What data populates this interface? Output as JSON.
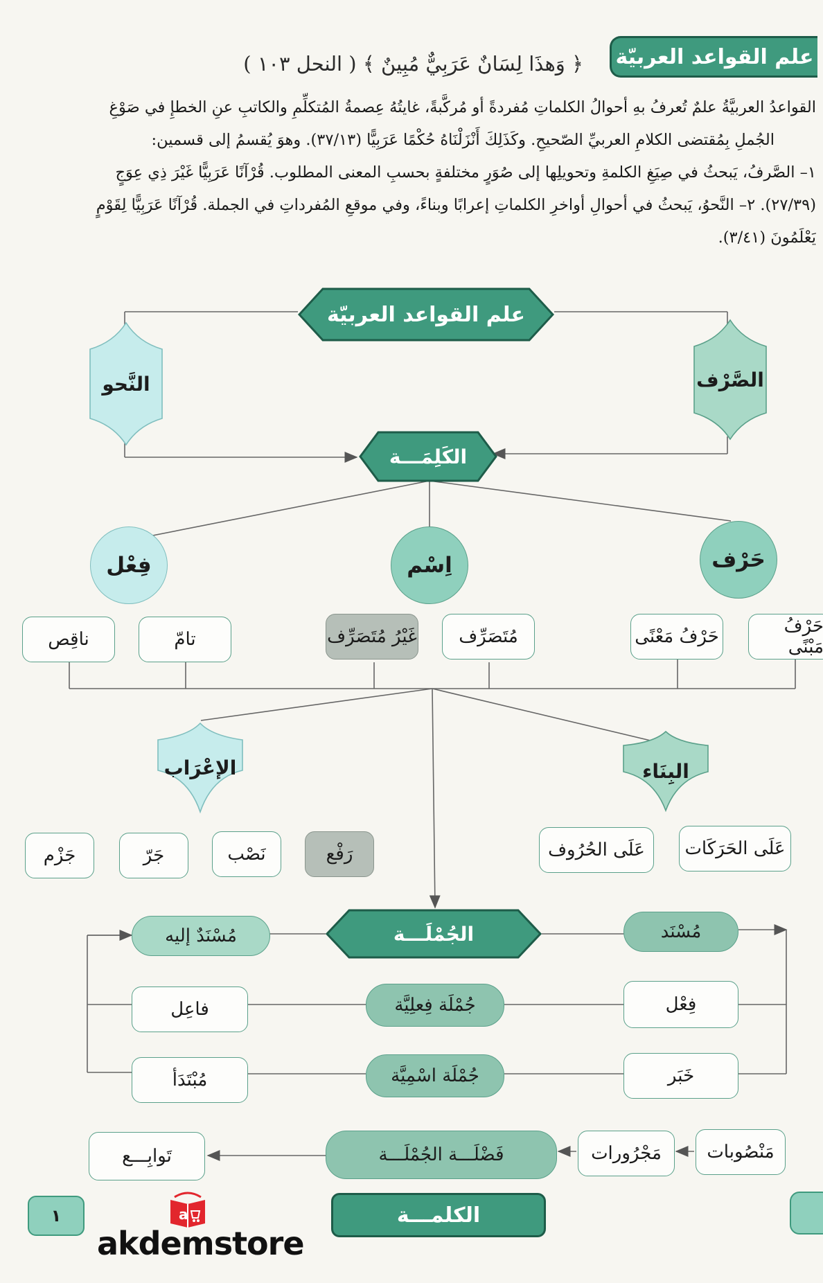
{
  "header": {
    "title": "علم القواعد العربيّة",
    "verse": "﴿ وَهذَا لِسَانٌ عَرَبِيٌّ مُبِينٌ ﴾ ( النحل ١٠٣ )"
  },
  "intro": {
    "line1": "القواعدُ العربيَّةُ علمٌ تُعرفُ بهِ أحوالُ الكلماتِ مُفردةً أو مُركَّبةً، غايتُهُ عِصمةُ المُتكلِّمِ والكاتبِ عنِ الخطإِ في صَوْغِ",
    "line2": "الجُملِ بِمُقتضى الكلامِ العربيِّ الصّحيحِ. وكَذَلِكَ أَنْزَلْنَاهُ حُكْمًا عَرَبِيًّا (٣٧/١٣). وهوَ يُقسمُ إلى قسمين:",
    "line3": "١– الصَّرفُ، يَبحثُ في صِيَغِ الكلمةِ وتحويلِها إلى صُوَرٍ مختلفةٍ بحسبِ المعنى المطلوب. قُرْآنًا عَرَبِيًّا غَيْرَ ذِي عِوَجٍ",
    "line4": "(٢٧/٣٩). ٢– النَّحوُ، يَبحثُ في أحوالِ أواخرِ الكلماتِ إعرابًا وبناءً، وفي موقعِ المُفرداتِ في الجملة. قُرْآنًا عَرَبِيًّا لِقَوْمٍ",
    "line5": "يَعْلَمُونَ (٣/٤١)."
  },
  "diagram": {
    "root": "علم القواعد العربيّة",
    "sarf": "الصَّرْف",
    "nahw": "النَّحو",
    "kalima": "الكَلِمَـــة",
    "harf": "حَرْف",
    "ism": "اِسْم",
    "fiil": "فِعْل",
    "harf_mabna": "حَرْفُ مَبْنًى",
    "harf_maana": "حَرْفُ مَعْنًى",
    "mutasarrif": "مُتَصَرِّف",
    "ghayr_mutasarrif": "غَيْرُ مُتَصَرِّف",
    "tamm": "تامّ",
    "naqis": "ناقِص",
    "binaa": "البِنَاء",
    "irab": "الإعْرَاب",
    "ala_harakat": "عَلَى الحَرَكَات",
    "ala_huruf": "عَلَى الحُرُوف",
    "raf": "رَفْع",
    "nasb": "نَصْب",
    "jarr": "جَرّ",
    "jazm": "جَزْم",
    "jumla": "الجُمْلَـــة",
    "musnad": "مُسْنَد",
    "musnad_ilayh": "مُسْنَدٌ إليه",
    "fiil2": "فِعْل",
    "jumla_fiiliya": "جُمْلَة فِعلِيَّة",
    "fail": "فاعِل",
    "khabar": "خَبَر",
    "jumla_ismiya": "جُمْلَة اسْمِيَّة",
    "mubtada": "مُبْتَدَأ",
    "mansubat": "مَنْصُوبات",
    "majrurat": "مَجْرُورات",
    "fadla": "فَضْلَـــة الجُمْلَـــة",
    "tawabi": "تَوابِـــع"
  },
  "footer": {
    "section": "الكلمـــة",
    "page": "١",
    "logo_text": "akdemstore",
    "logo_icon": "book-cart-icon"
  },
  "colors": {
    "accent": "#3f9a7e",
    "accent_dark": "#1e5c49",
    "light_green": "#8fd0bd",
    "light_cyan": "#c6ecec",
    "grey": "#b6bfb8"
  }
}
